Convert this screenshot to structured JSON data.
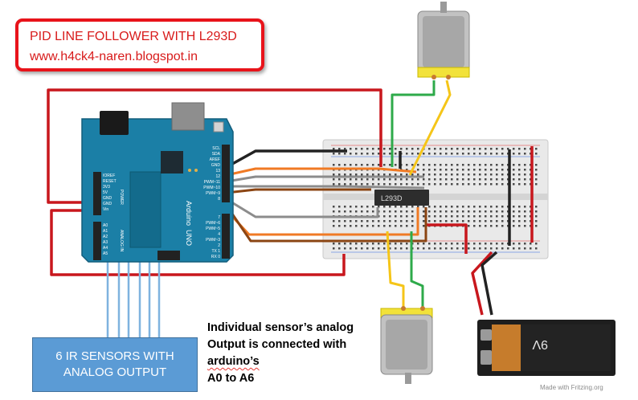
{
  "title": {
    "line1": "PID LINE FOLLOWER WITH L293D",
    "line2": "www.h4ck4-naren.blogspot.in"
  },
  "sensor_box": {
    "line1": "6 IR SENSORS WITH",
    "line2": "ANALOG OUTPUT"
  },
  "note": {
    "line1": "Individual sensor’s analog",
    "line2": "Output is connected with",
    "line3": "arduino’s",
    "line4": "A0 to A6"
  },
  "chip_label": "L293D",
  "battery_label": "9V",
  "board": {
    "brand": "Arduino",
    "model": "UNO",
    "pin_labels_top": [
      "SCL",
      "SDA",
      "AREF",
      "GND",
      "13",
      "12",
      "PWM~11",
      "PWM~10",
      "PWM~9",
      "8"
    ],
    "pin_labels_bottom": [
      "7",
      "PWM~6",
      "PWM~5",
      "4",
      "PWM~3",
      "2",
      "TX 1",
      "RX 0"
    ],
    "pin_labels_power": [
      "IOREF",
      "RESET",
      "3V3",
      "5V",
      "GND",
      "GND",
      "Vin"
    ],
    "pin_labels_analog": [
      "A0",
      "A1",
      "A2",
      "A3",
      "A4",
      "A5"
    ],
    "power_header": "POWER",
    "analog_header": "ANALOG IN"
  },
  "credit": "Made with  Fritzing.org",
  "colors": {
    "title_border": "#e8131a",
    "title_text": "#d81b1b",
    "sensor_box": "#5b9bd5",
    "arduino_board": "#1b7fa6",
    "wire_red": "#c8171d",
    "wire_black": "#222222",
    "wire_orange": "#f07a24",
    "wire_gray": "#8c8c8c",
    "wire_brown": "#8b4513",
    "wire_green": "#2eaa4a",
    "wire_yellow": "#f5c518",
    "wire_blue": "#7fb3df"
  }
}
